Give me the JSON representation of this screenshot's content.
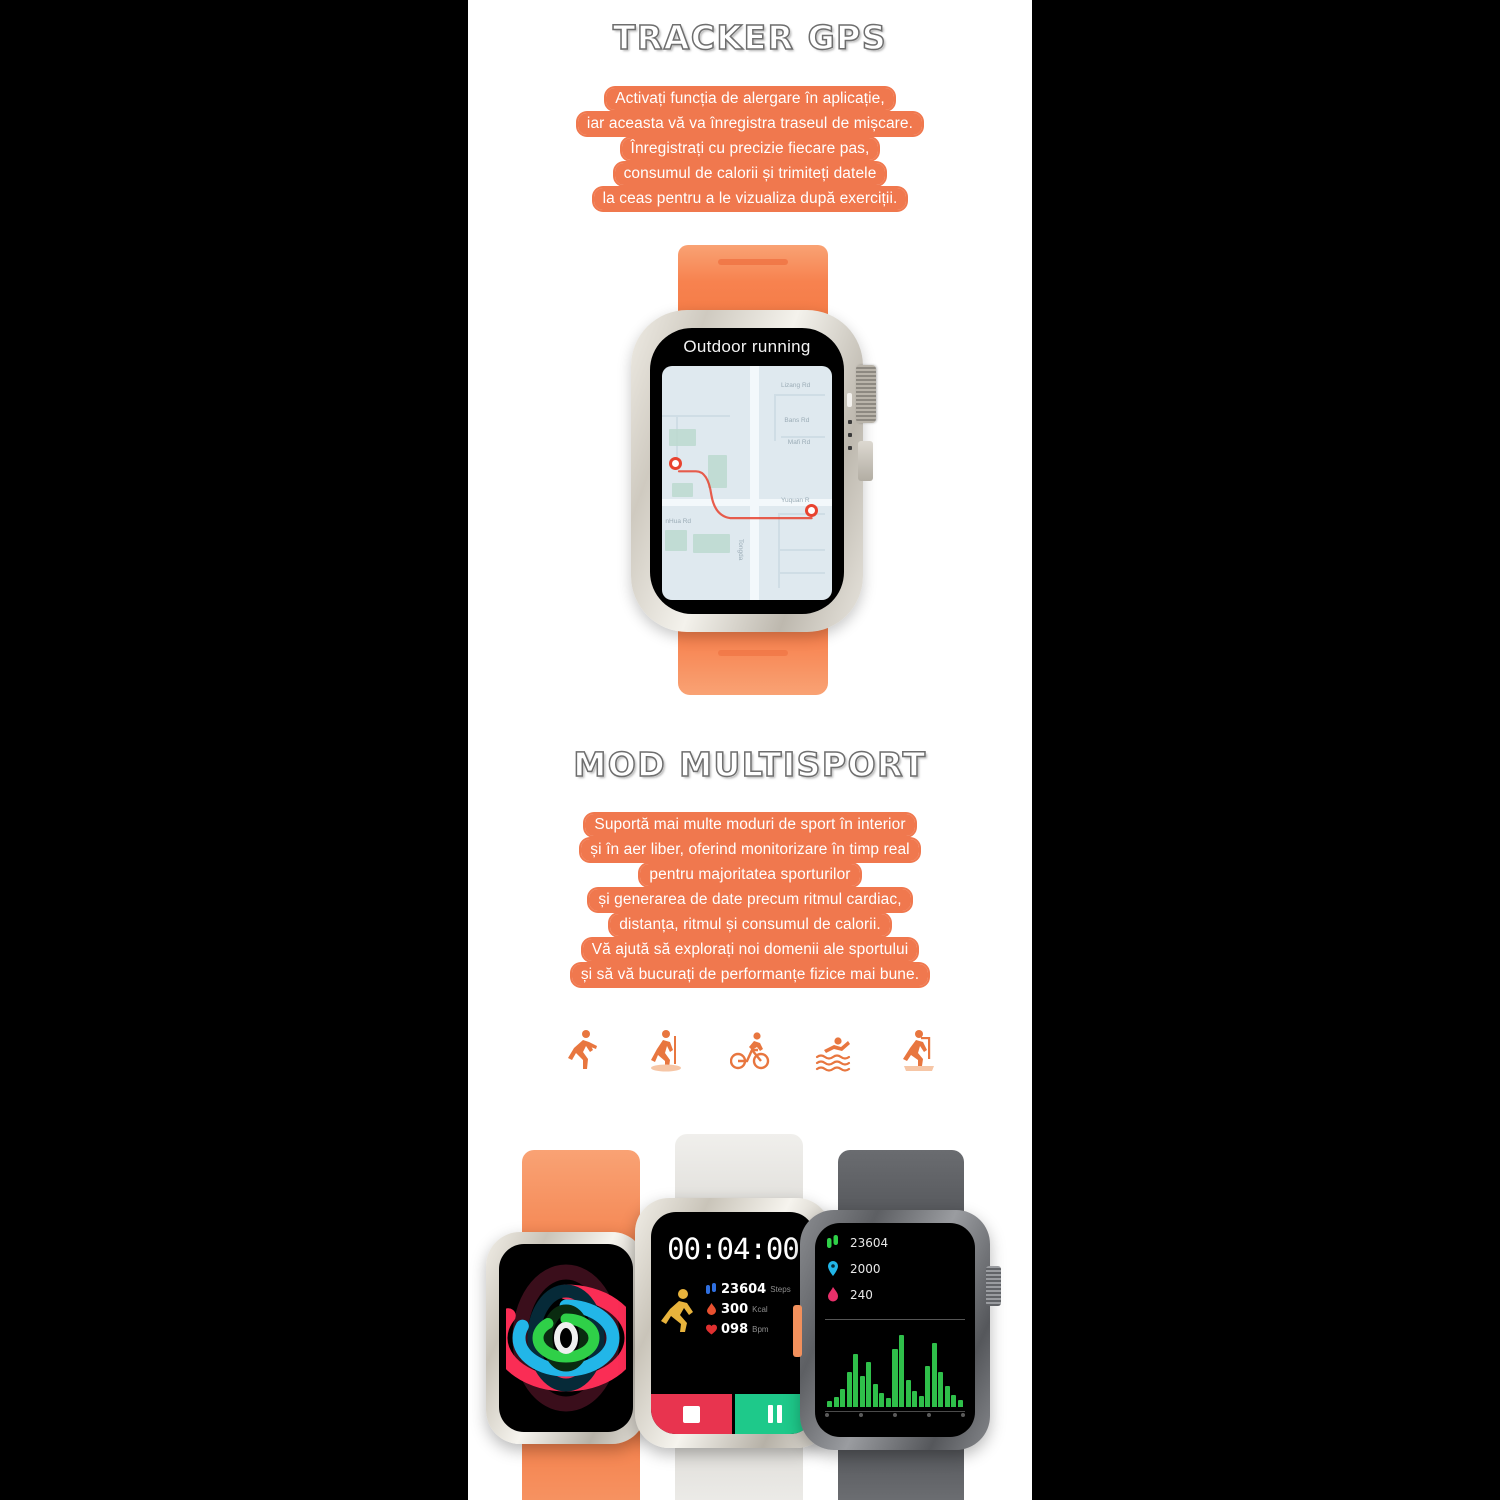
{
  "sections": {
    "gps": {
      "headline": "TRACKER GPS",
      "paragraph_lines": [
        "Activați funcția de alergare în aplicație,",
        "iar aceasta vă va înregistra traseul de mișcare.",
        "Înregistrați cu precizie fiecare pas,",
        "consumul de calorii și trimiteți datele",
        "la ceas pentru a le vizualiza după exerciții."
      ],
      "watch": {
        "screen_title": "Outdoor running",
        "map_labels": [
          "Lizang Rd",
          "Bans Rd",
          "Mafi Rd",
          "Yuquan R",
          "nHua Rd",
          "Tongda"
        ],
        "band_color": "#f7824f",
        "route_color": "#e8432f"
      }
    },
    "multisport": {
      "headline": "MOD MULTISPORT",
      "paragraph_lines": [
        "Suportă mai multe moduri de sport în interior",
        "și în aer liber, oferind monitorizare în timp real",
        "pentru majoritatea sporturilor",
        "și generarea de date precum ritmul cardiac,",
        "distanța, ritmul și consumul de calorii.",
        "Vă ajută să explorați noi domenii ale sportului",
        "și să vă bucurați de performanțe fizice mai bune."
      ],
      "sport_icons": [
        {
          "name": "running-icon",
          "label": "Running"
        },
        {
          "name": "hiking-icon",
          "label": "Hiking"
        },
        {
          "name": "cycling-icon",
          "label": "Cycling"
        },
        {
          "name": "swimming-icon",
          "label": "Swimming"
        },
        {
          "name": "treadmill-icon",
          "label": "Treadmill"
        }
      ],
      "icon_color": "#e8763f"
    }
  },
  "watch_showcase": {
    "left_watch": {
      "band_color": "#f2763f",
      "face": "activity-rings",
      "rings": [
        {
          "name": "move-ring",
          "color": "#fa2d55",
          "progress": 82
        },
        {
          "name": "exercise-ring",
          "color": "#22b6e8",
          "progress": 78
        },
        {
          "name": "stand-ring",
          "color": "#2fd048",
          "progress": 85
        }
      ]
    },
    "middle_watch": {
      "band_color": "#e8e6e1",
      "face": "stopwatch",
      "timer": "00:04:00",
      "stats": [
        {
          "icon": "steps-icon",
          "value": "23604",
          "unit": "Steps",
          "color": "#2f6fe0"
        },
        {
          "icon": "calories-icon",
          "value": "300",
          "unit": "Kcal",
          "color": "#e8502f"
        },
        {
          "icon": "heart-icon",
          "value": "098",
          "unit": "Bpm",
          "color": "#e03030"
        }
      ],
      "controls": [
        {
          "name": "stop-button",
          "color": "#e8344f",
          "glyph": "square"
        },
        {
          "name": "pause-button",
          "color": "#1ec98a",
          "glyph": "pause"
        }
      ]
    },
    "right_watch": {
      "band_color": "#4a4c50",
      "face": "activity-chart",
      "stats": [
        {
          "icon": "steps-icon",
          "value": "23604",
          "color": "#2fd048"
        },
        {
          "icon": "distance-icon",
          "value": "2000",
          "color": "#22b6e8"
        },
        {
          "icon": "calories-icon",
          "value": "240",
          "color": "#e8306a"
        }
      ],
      "chart_values": [
        6,
        10,
        18,
        34,
        52,
        30,
        44,
        22,
        14,
        9,
        56,
        70,
        26,
        16,
        11,
        40,
        62,
        34,
        20,
        12,
        7
      ]
    }
  },
  "theme": {
    "background": "#000000",
    "panel": "#ffffff",
    "accent_orange": "#f0784e",
    "headline_outline": "#6e6e6e"
  }
}
